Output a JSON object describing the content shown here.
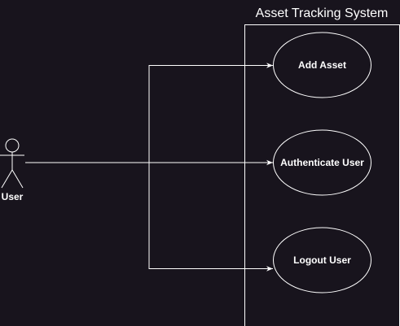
{
  "system": {
    "title": "Asset Tracking System"
  },
  "actor": {
    "label": "User"
  },
  "use_cases": [
    {
      "label": "Add Asset"
    },
    {
      "label": "Authenticate User"
    },
    {
      "label": "Logout User"
    }
  ],
  "colors": {
    "background": "#18141d",
    "stroke": "#ffffff",
    "text": "#ffffff"
  }
}
